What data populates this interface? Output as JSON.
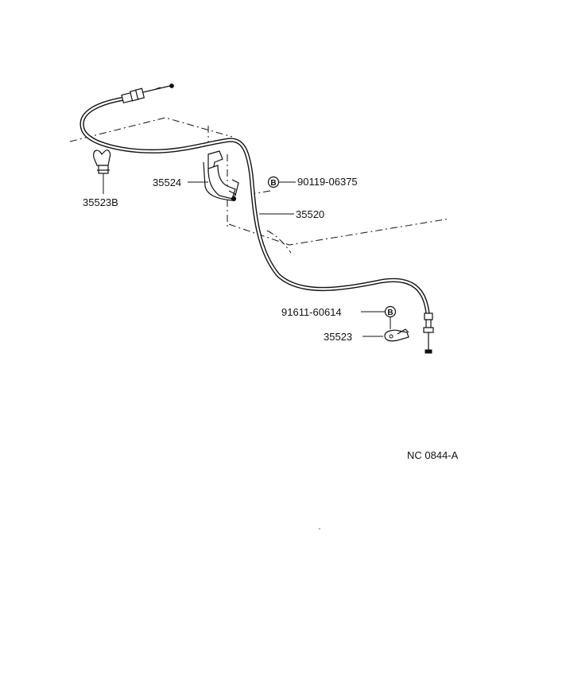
{
  "callouts": {
    "part_35523b": "35523B",
    "part_35524": "35524",
    "bolt_90119": "90119-06375",
    "cable_35520": "35520",
    "bolt_91611": "91611-60614",
    "part_35523": "35523"
  },
  "bolt_marker_letter": "B",
  "drawing_code": "NC 0844-A",
  "colors": {
    "line": "#111111",
    "background": "#ffffff"
  }
}
